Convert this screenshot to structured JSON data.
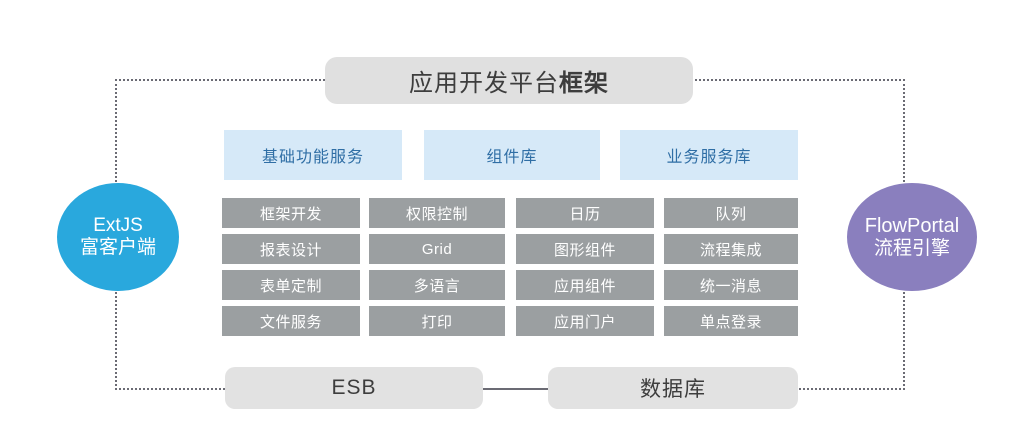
{
  "diagram": {
    "title": {
      "text_normal": "应用开发平台",
      "text_bold": "框架"
    },
    "categories": [
      {
        "label": "基础功能服务"
      },
      {
        "label": "组件库"
      },
      {
        "label": "业务服务库"
      }
    ],
    "grid": {
      "columns": [
        {
          "cells": [
            "框架开发",
            "报表设计",
            "表单定制",
            "文件服务"
          ]
        },
        {
          "cells": [
            "权限控制",
            "Grid",
            "多语言",
            "打印"
          ]
        },
        {
          "cells": [
            "日历",
            "图形组件",
            "应用组件",
            "应用门户"
          ]
        },
        {
          "cells": [
            "队列",
            "流程集成",
            "统一消息",
            "单点登录"
          ]
        }
      ]
    },
    "left_node": {
      "line1": "ExtJS",
      "line2": "富客户端"
    },
    "right_node": {
      "line1": "FlowPortal",
      "line2": "流程引擎"
    },
    "bottom": [
      {
        "label": "ESB"
      },
      {
        "label": "数据库"
      }
    ],
    "colors": {
      "category_bg": "#d6e9f8",
      "category_text": "#2f6ea5",
      "cell_bg": "#9b9fa1",
      "cell_text": "#ffffff",
      "pill_bg": "#e0e0e0",
      "left_node_bg": "#29a8dd",
      "right_node_bg": "#8a7fbe",
      "frame_border": "#6b6b74"
    }
  }
}
